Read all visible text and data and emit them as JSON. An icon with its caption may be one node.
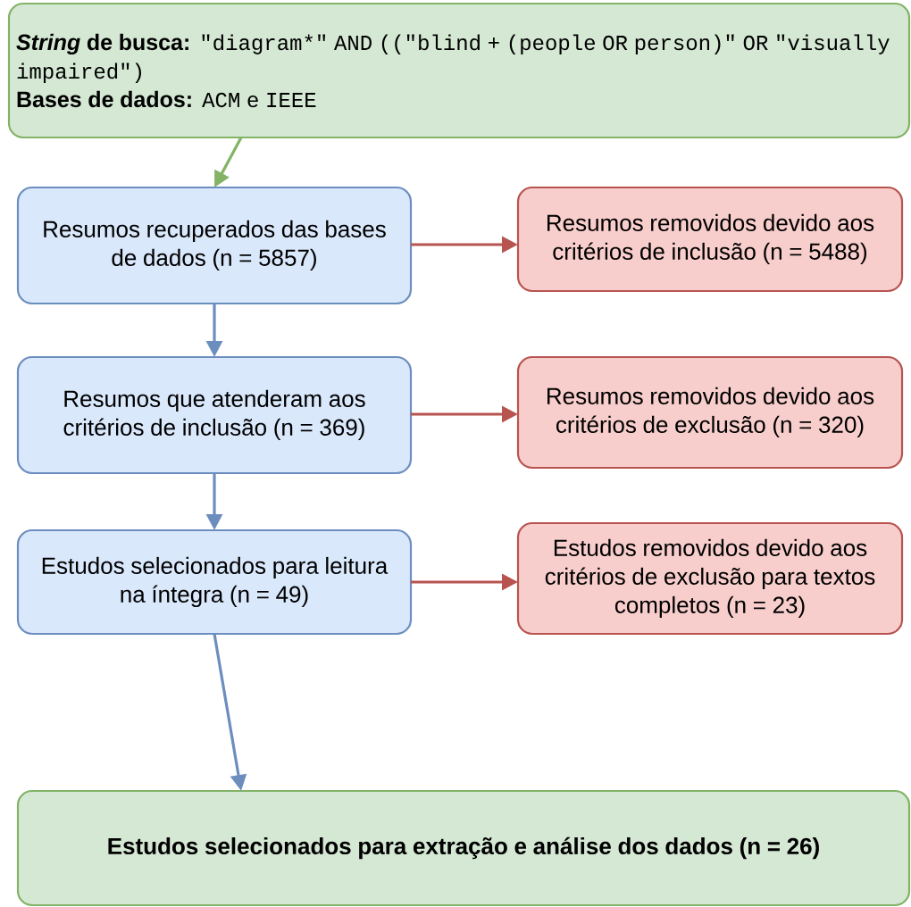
{
  "diagram": {
    "nodes": [
      {
        "text": [
          "*String* de busca:",
          "\"diagram*\" AND ((\"blind + (people OR person)\" OR \"visually impaired\")",
          "Bases de dados:",
          "ACM e IEEE"
        ]
      },
      {
        "text": [
          "Resumos recuperados das bases de dados (n = 5857)"
        ]
      },
      {
        "text": [
          "Resumos removidos devido aos critérios de inclusão (n = 5488)"
        ]
      },
      {
        "text": [
          "Resumos que atenderam aos critérios de inclusão (n = 369)"
        ]
      },
      {
        "text": [
          "Resumos removidos devido aos critérios de exclusão (n = 320)"
        ]
      },
      {
        "text": [
          "Estudos selecionados para leitura na íntegra (n = 49)"
        ]
      },
      {
        "text": [
          "Estudos removidos devido aos critérios de exclusão para textos completos (n = 23)"
        ]
      },
      {
        "text": [
          "Estudos selecionados para extração e análise dos dados (n = 26)"
        ]
      }
    ],
    "edges": [
      {
        "from": 0,
        "to": 1,
        "arrow": "to",
        "color": "#82b366"
      },
      {
        "from": 1,
        "to": 2,
        "arrow": "to",
        "color": "#b85450"
      },
      {
        "from": 1,
        "to": 3,
        "arrow": "to",
        "color": "#6c8ebf"
      },
      {
        "from": 3,
        "to": 4,
        "arrow": "to",
        "color": "#b85450"
      },
      {
        "from": 3,
        "to": 5,
        "arrow": "to",
        "color": "#6c8ebf"
      },
      {
        "from": 5,
        "to": 6,
        "arrow": "to",
        "color": "#b85450"
      },
      {
        "from": 5,
        "to": 7,
        "arrow": "to",
        "color": "#6c8ebf"
      }
    ]
  }
}
